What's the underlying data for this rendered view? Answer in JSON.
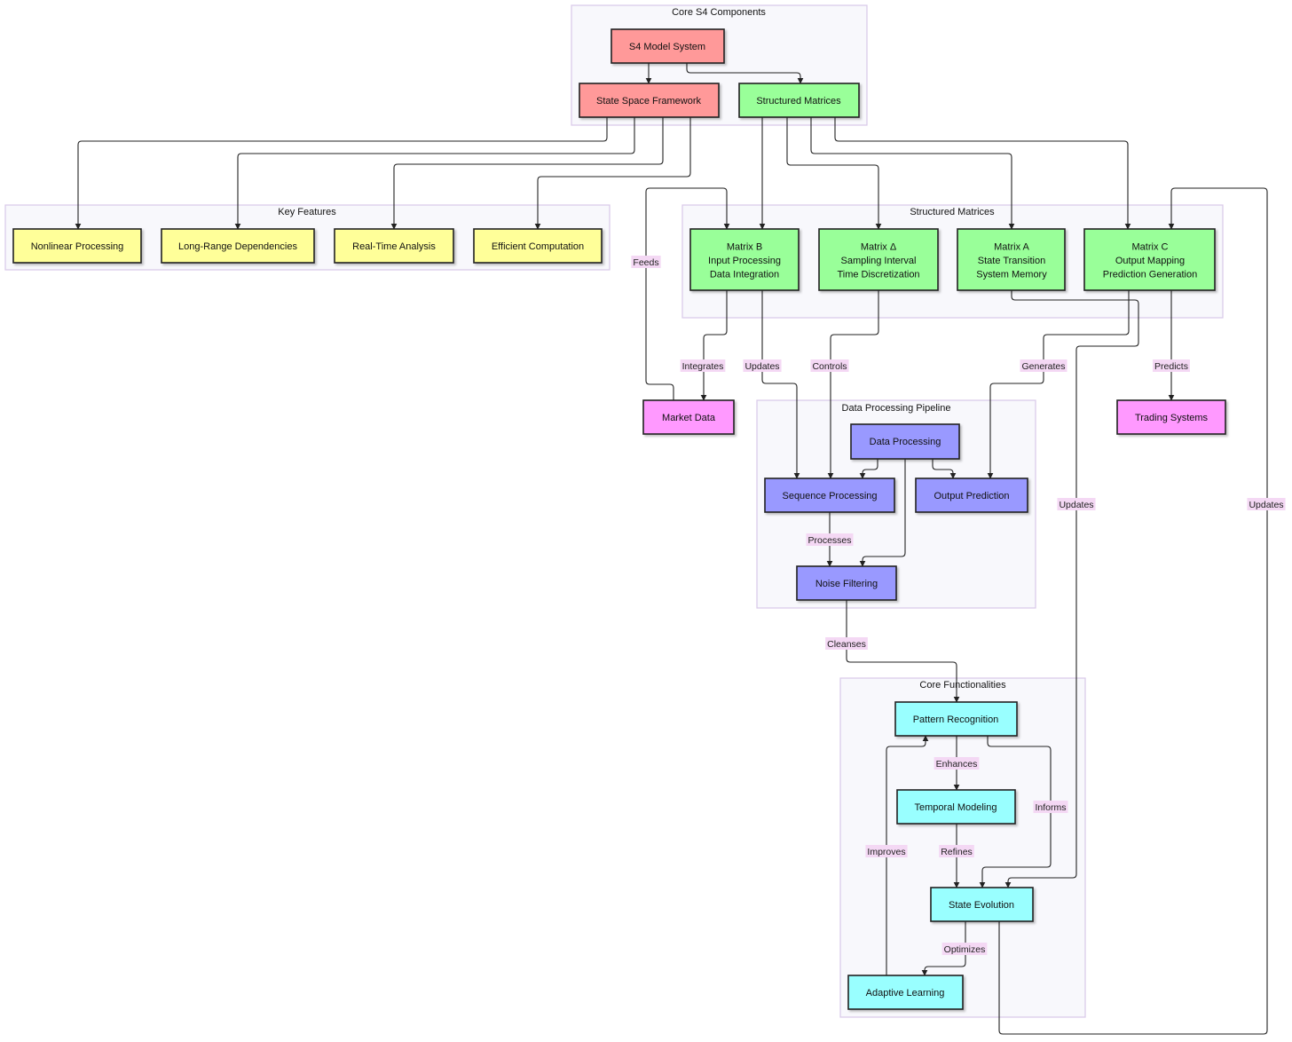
{
  "colors": {
    "core": "#ff9999",
    "structured": "#99ff99",
    "features": "#ffff99",
    "external": "#ff99ff",
    "pipeline": "#9999ff",
    "functional": "#99ffff"
  },
  "clusters": {
    "core": "Core S4 Components",
    "features": "Key Features",
    "structured": "Structured Matrices",
    "pipeline": "Data Processing Pipeline",
    "functional": "Core Functionalities"
  },
  "nodes": {
    "s4": [
      "S4 Model System"
    ],
    "ssf": [
      "State Space Framework"
    ],
    "sm": [
      "Structured Matrices"
    ],
    "nonlin": [
      "Nonlinear Processing"
    ],
    "lrd": [
      "Long-Range Dependencies"
    ],
    "rta": [
      "Real-Time Analysis"
    ],
    "eff": [
      "Efficient Computation"
    ],
    "mb": [
      "Matrix B",
      "Input Processing",
      "Data Integration"
    ],
    "md": [
      "Matrix Δ",
      "Sampling Interval",
      "Time Discretization"
    ],
    "ma": [
      "Matrix A",
      "State Transition",
      "System Memory"
    ],
    "mc": [
      "Matrix C",
      "Output Mapping",
      "Prediction Generation"
    ],
    "market": [
      "Market Data"
    ],
    "trading": [
      "Trading Systems"
    ],
    "dp": [
      "Data Processing"
    ],
    "seq": [
      "Sequence Processing"
    ],
    "outpred": [
      "Output Prediction"
    ],
    "noise": [
      "Noise Filtering"
    ],
    "pattern": [
      "Pattern Recognition"
    ],
    "temporal": [
      "Temporal Modeling"
    ],
    "state": [
      "State Evolution"
    ],
    "adaptive": [
      "Adaptive Learning"
    ]
  },
  "edge_labels": {
    "feeds": "Feeds",
    "integrates": "Integrates",
    "updates_b": "Updates",
    "controls": "Controls",
    "generates": "Generates",
    "predicts": "Predicts",
    "updates_a": "Updates",
    "updates_c": "Updates",
    "processes": "Processes",
    "cleanses": "Cleanses",
    "enhances": "Enhances",
    "informs": "Informs",
    "refines": "Refines",
    "improves": "Improves",
    "optimizes": "Optimizes"
  }
}
